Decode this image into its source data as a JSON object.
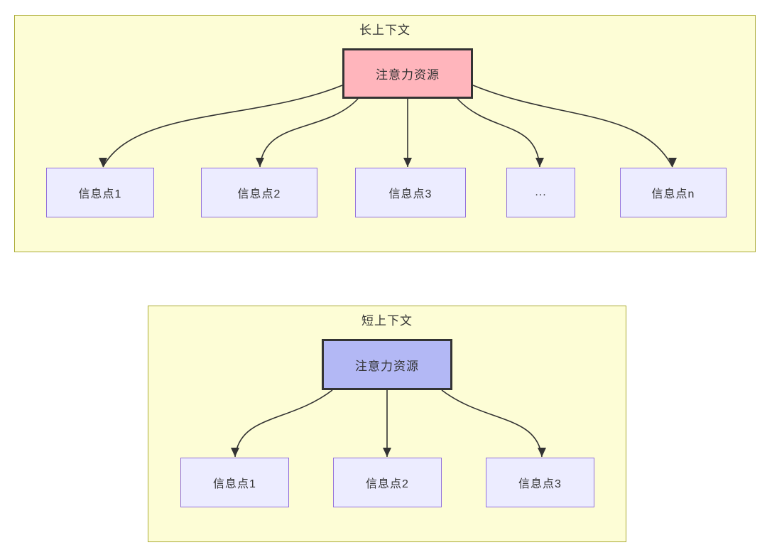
{
  "diagram": {
    "description": "Comparison of attention resource allocation between long and short contexts",
    "panels": [
      {
        "id": "long-context",
        "title": "长上下文",
        "root_label": "注意力资源",
        "root_fill": "#ffb5bc",
        "children": [
          {
            "label": "信息点1"
          },
          {
            "label": "信息点2"
          },
          {
            "label": "信息点3"
          },
          {
            "label": "..."
          },
          {
            "label": "信息点n"
          }
        ]
      },
      {
        "id": "short-context",
        "title": "短上下文",
        "root_label": "注意力资源",
        "root_fill": "#b3b8f5",
        "children": [
          {
            "label": "信息点1"
          },
          {
            "label": "信息点2"
          },
          {
            "label": "信息点3"
          }
        ]
      }
    ],
    "colors": {
      "panel_fill": "#fdfdd6",
      "panel_border": "#aaaa33",
      "info_node_fill": "#ececff",
      "info_node_border": "#9370db",
      "root_node_border": "#333333",
      "long_root_fill": "#ffb5bc",
      "short_root_fill": "#b3b8f5",
      "arrow_color": "#333333",
      "text_color": "#333333",
      "background": "#ffffff"
    }
  }
}
